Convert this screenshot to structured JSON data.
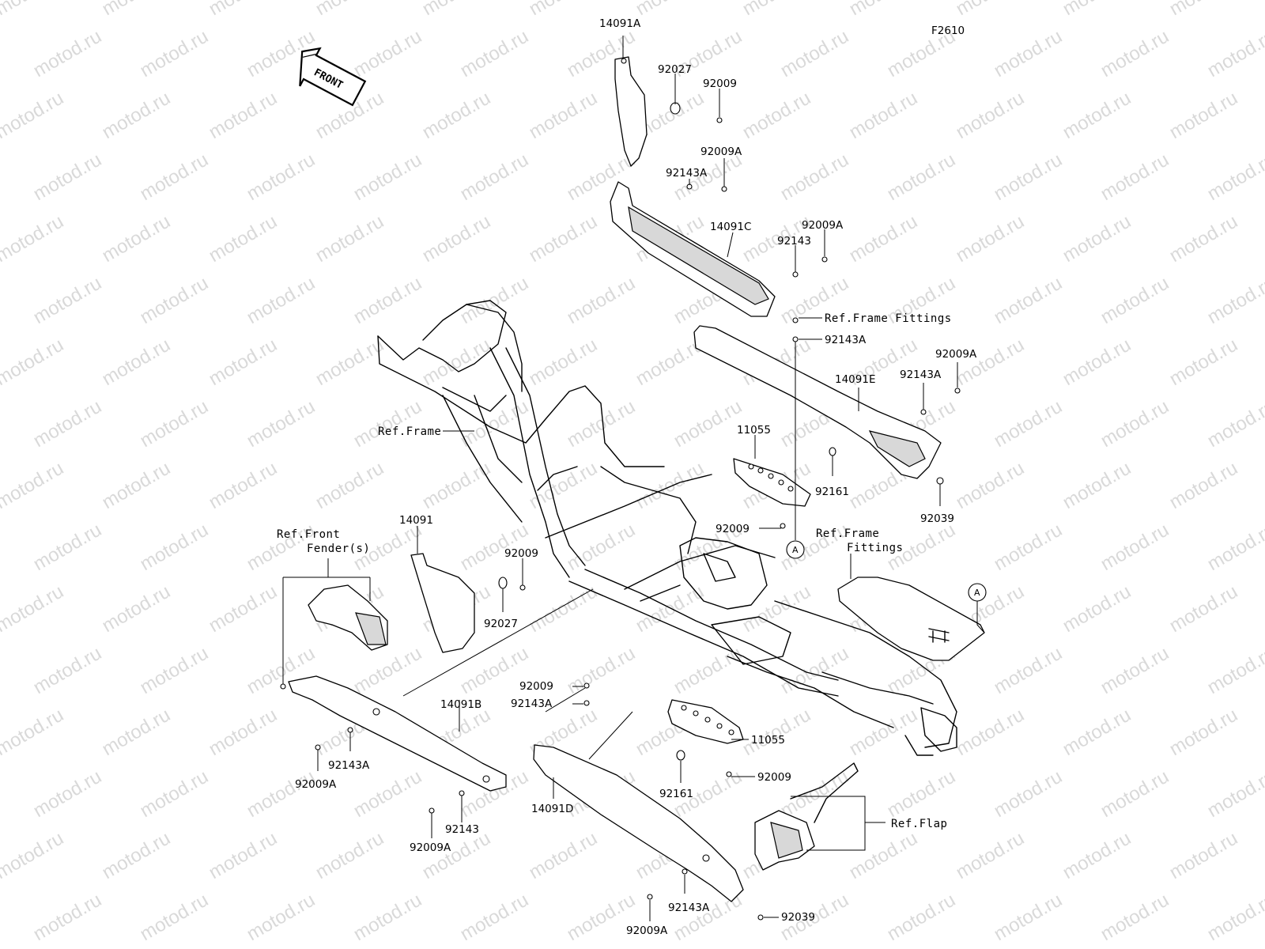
{
  "diagram": {
    "code": "F2610",
    "direction": "FRONT",
    "watermark": "motod.ru",
    "marker": "A",
    "labels": {
      "p14091A": "14091A",
      "p92027_top": "92027",
      "p92009_top": "92009",
      "p92009A_1": "92009A",
      "p92143A_1": "92143A",
      "p14091C": "14091C",
      "p92009A_2": "92009A",
      "p92143_1": "92143",
      "ref_frame_fittings_1": "Ref.Frame Fittings",
      "p92143A_2": "92143A",
      "p92009A_3": "92009A",
      "p92143A_3": "92143A",
      "p14091E": "14091E",
      "p11055_1": "11055",
      "p92161_1": "92161",
      "p92039_1": "92039",
      "p92009_mid": "92009",
      "ref_frame": "Ref.Frame",
      "p14091": "14091",
      "p92009_left": "92009",
      "p92027_left": "92027",
      "ref_front_fender_1": "Ref.Front",
      "ref_front_fender_2": "Fender(s)",
      "ref_frame_fittings_2a": "Ref.Frame",
      "ref_frame_fittings_2b": "Fittings",
      "p92009_low": "92009",
      "p92143A_4": "92143A",
      "p14091B": "14091B",
      "p92143A_5": "92143A",
      "p92009A_4": "92009A",
      "p11055_2": "11055",
      "p92009_low2": "92009",
      "p92161_2": "92161",
      "p92143_2": "92143",
      "p92009A_5": "92009A",
      "p14091D": "14091D",
      "ref_flap": "Ref.Flap",
      "p92143A_6": "92143A",
      "p92039_2": "92039",
      "p92009A_6": "92009A"
    }
  }
}
